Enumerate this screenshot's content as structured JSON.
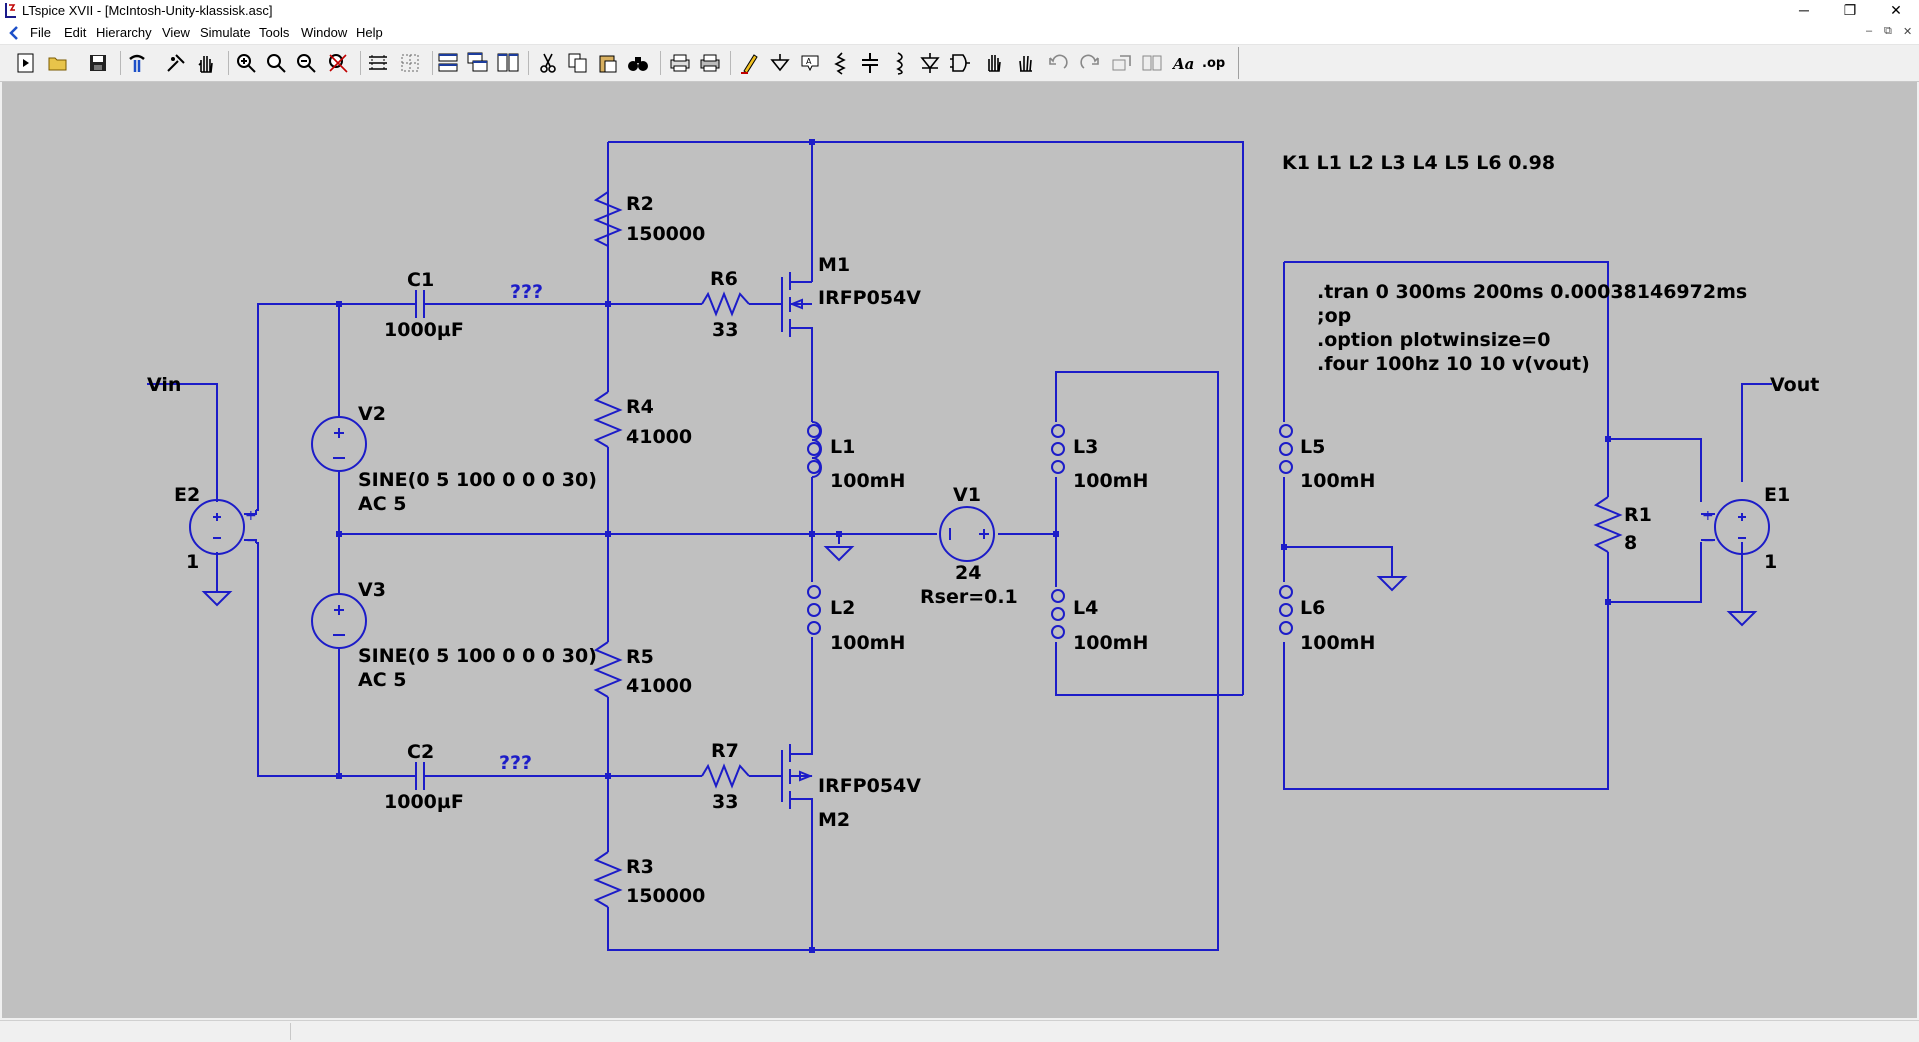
{
  "window": {
    "title": "LTspice XVII - [McIntosh-Unity-klassisk.asc]",
    "controls": {
      "minimize": "─",
      "maximize": "❐",
      "close": "✕"
    }
  },
  "menu": [
    "File",
    "Edit",
    "Hierarchy",
    "View",
    "Simulate",
    "Tools",
    "Window",
    "Help"
  ],
  "mdi_controls": {
    "minimize": "–",
    "restore": "⧉",
    "close": "✕"
  },
  "toolbar": {
    "buttons": [
      "run-icon",
      "open-icon",
      "save-icon",
      "control-panel-icon",
      "halt-icon",
      "pan-icon",
      "zoom-in-icon",
      "zoom-area-icon",
      "zoom-out-icon",
      "zoom-fit-icon",
      "autorange-icon",
      "grid-icon",
      "tile-horizontal-icon",
      "cascade-icon",
      "tile-vertical-icon",
      "cut-icon",
      "copy-icon",
      "paste-icon",
      "find-icon",
      "print-preview-icon",
      "print-icon",
      "draw-wire-icon",
      "ground-icon",
      "label-net-icon",
      "resistor-icon",
      "capacitor-icon",
      "inductor-icon",
      "diode-icon",
      "component-icon",
      "move-icon",
      "drag-icon",
      "undo-icon",
      "redo-icon",
      "rotate-icon",
      "mirror-icon",
      "text-icon",
      "spice-directive-icon"
    ],
    "text_button": "Aa",
    "op_button": ".op"
  },
  "schematic": {
    "colors": {
      "background": "#c0c0c0",
      "wire": "#1c1cc8",
      "text": "#000000"
    },
    "coupling": "K1 L1 L2 L3 L4 L5 L6 0.98",
    "directives": [
      ".tran 0 300ms 200ms 0.00038146972ms",
      ";op",
      ".option plotwinsize=0",
      ".four 100hz 10 10 v(vout)"
    ],
    "labels": {
      "Vin": "Vin",
      "Vout": "Vout",
      "unknown1": "???",
      "unknown2": "???"
    },
    "components": {
      "R2": {
        "name": "R2",
        "value": "150000"
      },
      "R4": {
        "name": "R4",
        "value": "41000"
      },
      "R5": {
        "name": "R5",
        "value": "41000"
      },
      "R3": {
        "name": "R3",
        "value": "150000"
      },
      "R6": {
        "name": "R6",
        "value": "33"
      },
      "R7": {
        "name": "R7",
        "value": "33"
      },
      "R1": {
        "name": "R1",
        "value": "8"
      },
      "C1": {
        "name": "C1",
        "value": "1000µF"
      },
      "C2": {
        "name": "C2",
        "value": "1000µF"
      },
      "M1": {
        "name": "M1",
        "value": "IRFP054V"
      },
      "M2": {
        "name": "M2",
        "value": "IRFP054V"
      },
      "L1": {
        "name": "L1",
        "value": "100mH"
      },
      "L2": {
        "name": "L2",
        "value": "100mH"
      },
      "L3": {
        "name": "L3",
        "value": "100mH"
      },
      "L4": {
        "name": "L4",
        "value": "100mH"
      },
      "L5": {
        "name": "L5",
        "value": "100mH"
      },
      "L6": {
        "name": "L6",
        "value": "100mH"
      },
      "V1": {
        "name": "V1",
        "value": "24",
        "extra": "Rser=0.1"
      },
      "V2": {
        "name": "V2",
        "value": "SINE(0 5 100 0 0 0 30)",
        "extra": "AC 5"
      },
      "V3": {
        "name": "V3",
        "value": "SINE(0 5 100 0 0 0 30)",
        "extra": "AC 5"
      },
      "E1": {
        "name": "E1",
        "value": "1"
      },
      "E2": {
        "name": "E2",
        "value": "1"
      }
    }
  }
}
